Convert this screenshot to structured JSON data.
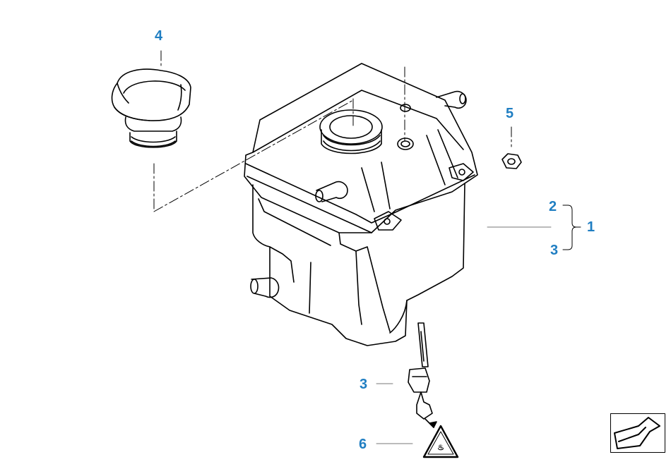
{
  "diagram": {
    "callouts": [
      {
        "id": "c4",
        "label": "4"
      },
      {
        "id": "c5",
        "label": "5"
      },
      {
        "id": "c2",
        "label": "2"
      },
      {
        "id": "c1",
        "label": "1"
      },
      {
        "id": "c3a",
        "label": "3"
      },
      {
        "id": "c3b",
        "label": "3"
      },
      {
        "id": "c6",
        "label": "6"
      }
    ],
    "colors": {
      "callout": "#1f7ec2",
      "line": "#000000",
      "leader": "#777777"
    },
    "icons": {
      "nav": "next-arrow-icon",
      "warning": "hot-fluid-warning-icon"
    }
  }
}
